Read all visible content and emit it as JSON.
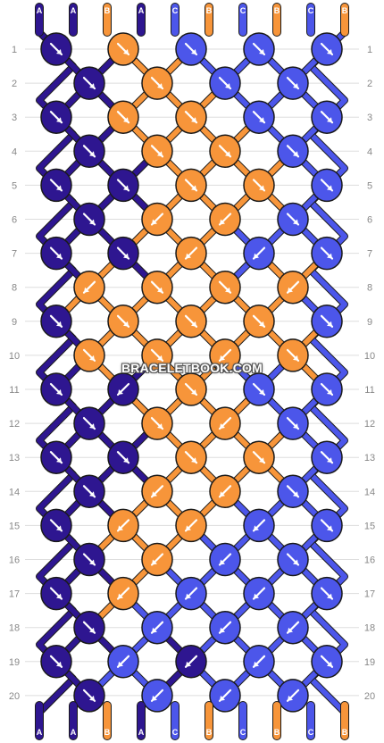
{
  "colors": {
    "A": "#2e1690",
    "B": "#f7953a",
    "C": "#4c56ea"
  },
  "top_strands": [
    "A",
    "A",
    "B",
    "A",
    "C",
    "B",
    "C",
    "B",
    "C",
    "B"
  ],
  "bottom_strands": [
    "A",
    "A",
    "B",
    "A",
    "C",
    "B",
    "C",
    "B",
    "C",
    "B"
  ],
  "row_labels": [
    "1",
    "2",
    "3",
    "4",
    "5",
    "6",
    "7",
    "8",
    "9",
    "10",
    "11",
    "12",
    "13",
    "14",
    "15",
    "16",
    "17",
    "18",
    "19",
    "20"
  ],
  "knot_rows": [
    [
      "A:se",
      "B:se",
      "C:se",
      "C:se",
      "C:se"
    ],
    [
      "A:se",
      "B:se",
      "C:se",
      "C:se"
    ],
    [
      "A:se",
      "B:se",
      "B:se",
      "C:se",
      "C:se"
    ],
    [
      "A:se",
      "B:se",
      "B:se",
      "C:se"
    ],
    [
      "A:se",
      "A:se",
      "B:se",
      "B:se",
      "C:se"
    ],
    [
      "A:se",
      "B:sw",
      "B:sw",
      "C:se"
    ],
    [
      "A:se",
      "A:se",
      "B:sw",
      "C:sw",
      "C:se"
    ],
    [
      "B:sw",
      "B:se",
      "B:se",
      "B:sw"
    ],
    [
      "A:se",
      "B:se",
      "B:se",
      "B:se",
      "C:se"
    ],
    [
      "B:se",
      "B:se",
      "B:sw",
      "B:se"
    ],
    [
      "A:se",
      "A:sw",
      "B:se",
      "C:se",
      "C:se"
    ],
    [
      "A:se",
      "B:se",
      "B:sw",
      "C:se"
    ],
    [
      "A:se",
      "A:se",
      "B:se",
      "B:se",
      "C:se"
    ],
    [
      "A:se",
      "B:sw",
      "B:sw",
      "C:se"
    ],
    [
      "A:se",
      "B:sw",
      "B:sw",
      "C:sw",
      "C:se"
    ],
    [
      "A:se",
      "B:sw",
      "C:sw",
      "C:se"
    ],
    [
      "A:se",
      "B:sw",
      "C:sw",
      "C:sw",
      "C:se"
    ],
    [
      "A:se",
      "C:sw",
      "C:sw",
      "C:sw"
    ],
    [
      "A:se",
      "C:sw",
      "A:sw",
      "C:sw",
      "C:se"
    ],
    [
      "A:se",
      "C:sw",
      "C:sw",
      "C:sw"
    ]
  ],
  "watermark": "BRACELETBOOK.COM"
}
